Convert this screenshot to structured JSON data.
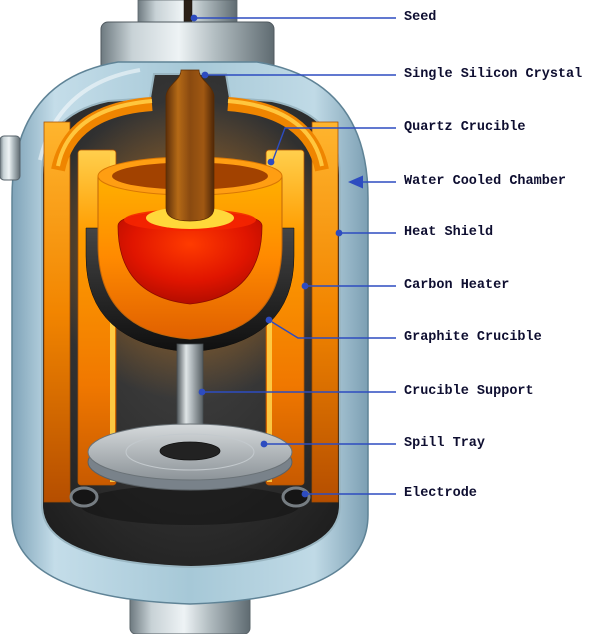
{
  "labels": [
    {
      "text": "Seed",
      "pointer": "dot"
    },
    {
      "text": "Single Silicon Crystal",
      "pointer": "dot"
    },
    {
      "text": "Quartz Crucible",
      "pointer": "dot"
    },
    {
      "text": "Water Cooled Chamber",
      "pointer": "arrow"
    },
    {
      "text": "Heat Shield",
      "pointer": "dot"
    },
    {
      "text": "Carbon Heater",
      "pointer": "dot"
    },
    {
      "text": "Graphite Crucible",
      "pointer": "dot"
    },
    {
      "text": "Crucible Support",
      "pointer": "dot"
    },
    {
      "text": "Spill Tray",
      "pointer": "dot"
    },
    {
      "text": "Electrode",
      "pointer": "dot"
    }
  ],
  "colors": {
    "label_text": "#0e0e30",
    "leader_line": "#2d4cc0",
    "chamber_wall_blue": "#a6c8d7",
    "metal_gray": "#b9c4c8",
    "interior_dark": "#2e2e2e",
    "heater_orange": "#ff9d00",
    "melt_red": "#d81500",
    "crystal_orange": "#b56a16"
  }
}
